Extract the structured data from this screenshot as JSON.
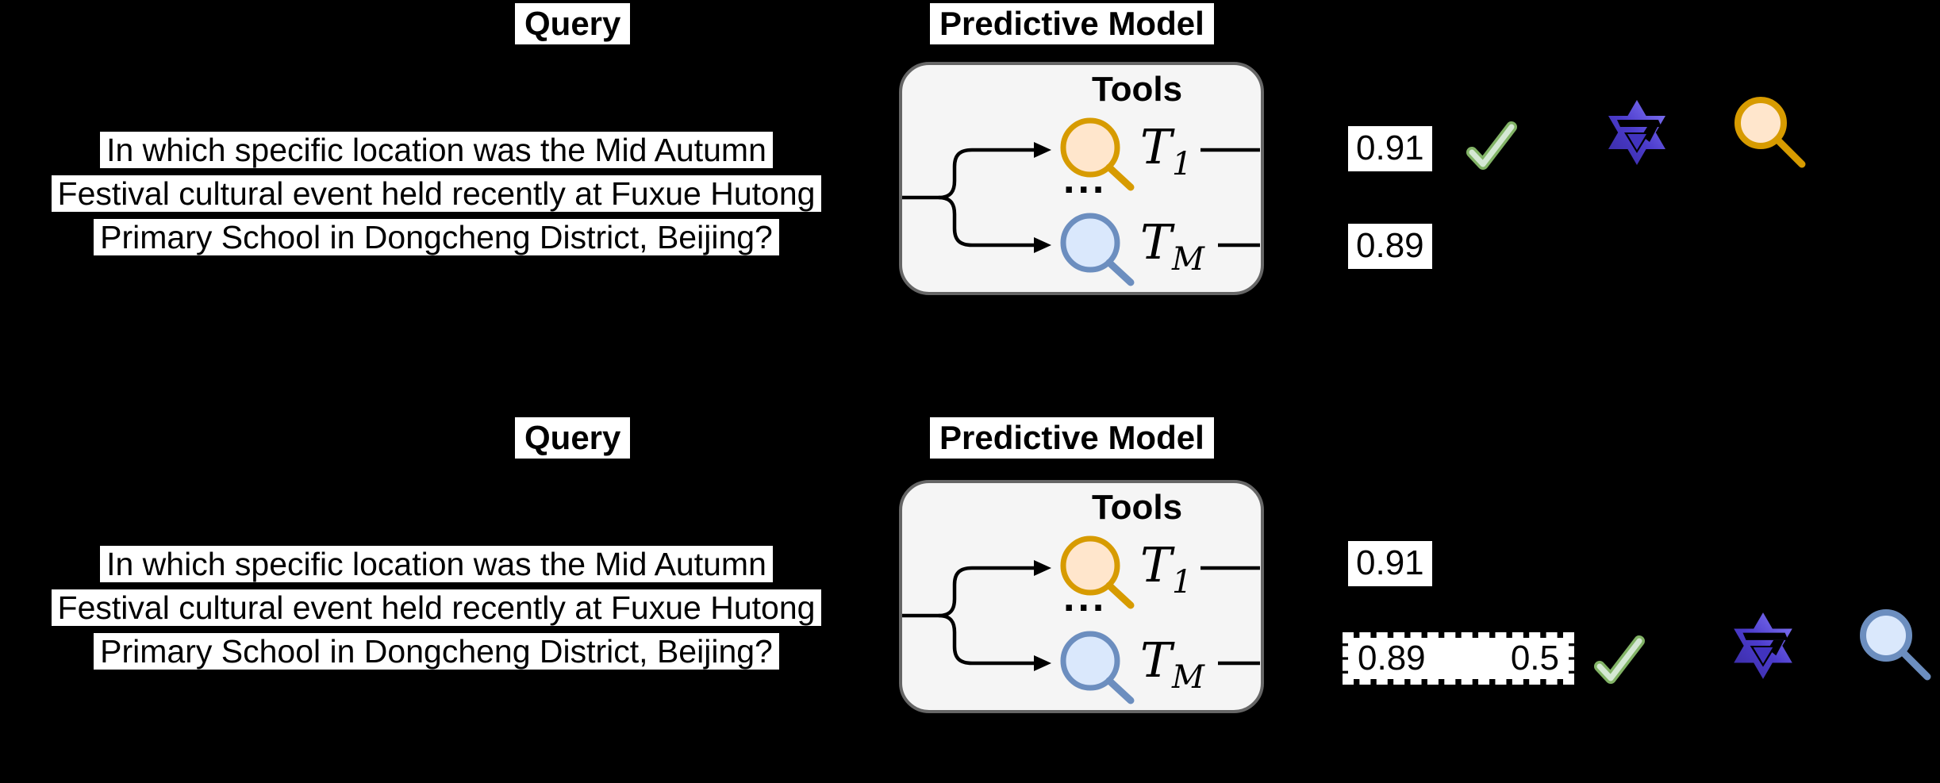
{
  "figure": {
    "colors": {
      "background": "#000000",
      "panel_fill": "#F5F5F5",
      "panel_border": "#666666",
      "tool_first_stroke": "#D79B00",
      "tool_first_fill": "#FFE6CC",
      "tool_last_stroke": "#6C8EBF",
      "tool_last_fill": "#DAE8FC",
      "check_stroke": "#82B366",
      "check_fill": "#D5E8D4",
      "logo_gradient_dark": "#372A9E",
      "logo_gradient_light": "#8276F4"
    },
    "rows": [
      {
        "query_label": "Query",
        "model_label": "Predictive Model",
        "query_lines": [
          "In which specific location was the Mid Autumn",
          "Festival cultural event held recently at Fuxue Hutong",
          "Primary School in Dongcheng District, Beijing?"
        ],
        "tools": {
          "label": "Tools",
          "t_first": "T",
          "t_first_sub": "1",
          "t_last": "T",
          "t_last_sub": "M",
          "ellipsis": "..."
        },
        "scores": {
          "t_first": "0.91",
          "t_last": "0.89"
        }
      },
      {
        "query_label": "Query",
        "model_label": "Predictive Model",
        "query_lines": [
          "In which specific location was the Mid Autumn",
          "Festival cultural event held recently at Fuxue Hutong",
          "Primary School in Dongcheng District, Beijing?"
        ],
        "tools": {
          "label": "Tools",
          "t_first": "T",
          "t_first_sub": "1",
          "t_last": "T",
          "t_last_sub": "M",
          "ellipsis": "..."
        },
        "scores": {
          "t_first": "0.91",
          "t_last": "0.89"
        },
        "threshold": "0.5"
      }
    ]
  }
}
